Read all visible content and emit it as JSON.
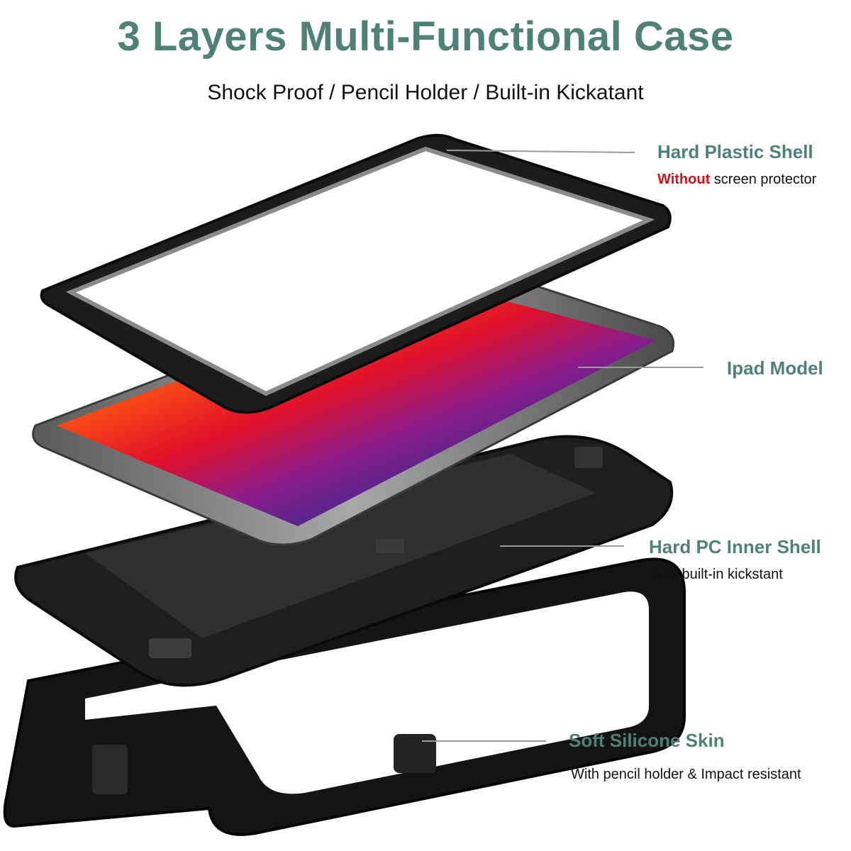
{
  "header": {
    "title": "3 Layers Multi-Functional Case",
    "subtitle": "Shock Proof / Pencil Holder / Built-in Kickatant"
  },
  "layers": [
    {
      "label": "Hard Plastic Shell",
      "desc_highlight": "Without",
      "desc_rest": " screen protector"
    },
    {
      "label": "Ipad Model"
    },
    {
      "label": "Hard PC Inner Shell",
      "desc": "With built-in kickstant"
    },
    {
      "label": "Soft Silicone Skin",
      "desc": "With pencil holder & Impact resistant"
    }
  ],
  "colors": {
    "accent": "#4f8177",
    "highlight": "#d0121b",
    "case_black": "#1b1b1b",
    "frame_gray": "#7b7b7b"
  }
}
